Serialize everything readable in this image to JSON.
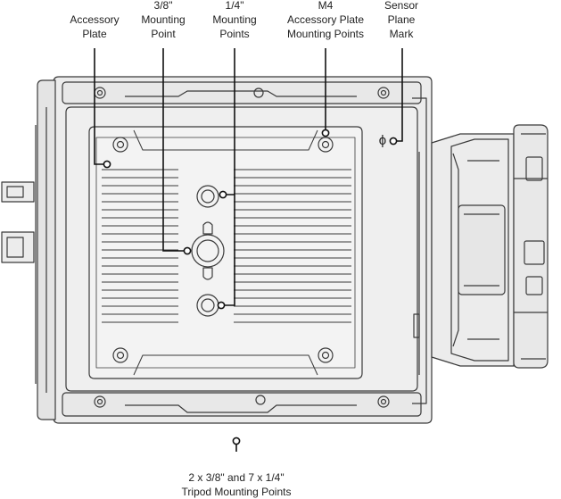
{
  "labels": {
    "accessory_plate": [
      "Accessory",
      "Plate"
    ],
    "mount_38": [
      "3/8\"",
      "Mounting",
      "Point"
    ],
    "mount_14": [
      "1/4\"",
      "Mounting",
      "Points"
    ],
    "m4_plate": [
      "M4",
      "Accessory Plate",
      "Mounting Points"
    ],
    "sensor_mark": [
      "Sensor",
      "Plane",
      "Mark"
    ],
    "tripod": [
      "2 x 3/8\" and 7 x 1/4\"",
      "Tripod Mounting Points"
    ]
  },
  "symbols": {
    "sensor_plane_symbol": "ϕ"
  },
  "colors": {
    "stroke": "#3a3a3a",
    "body_fill": "#ececec",
    "plate_fill": "#f3f3f3",
    "leader": "#111111"
  }
}
